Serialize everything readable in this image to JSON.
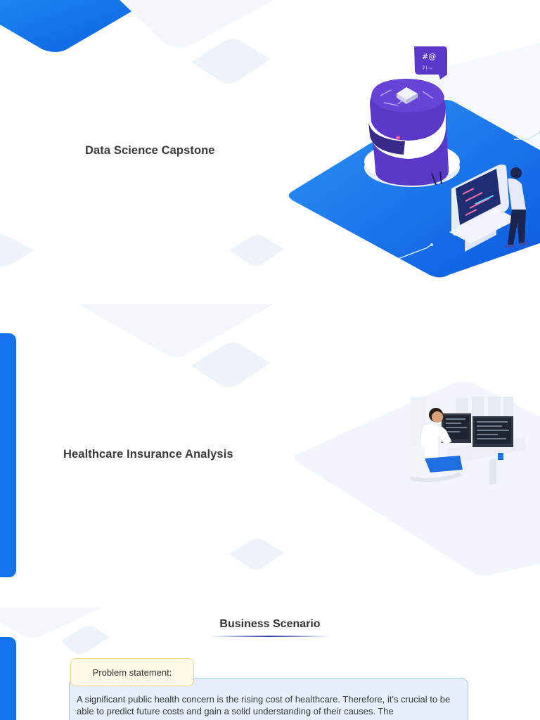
{
  "slides": [
    {
      "title": "Data Science Capstone"
    },
    {
      "title": "Healthcare Insurance Analysis"
    },
    {
      "section_title": "Business Scenario",
      "tag_label": "Problem statement:",
      "body": "A significant public health concern is the rising cost of healthcare. Therefore, it's crucial to be able to predict future costs and gain a solid understanding of their causes. The"
    }
  ],
  "icons": {
    "robot_illustration": "robot-kiosk-icon",
    "analyst_illustration": "analyst-workstation-icon",
    "chat_bubble": "chat-bubble-icon"
  },
  "colors": {
    "accent_blue": "#1473ea",
    "dark_navy": "#2a3aa8",
    "tag_fill": "#fffbe8",
    "box_fill": "#e6f0fb"
  }
}
